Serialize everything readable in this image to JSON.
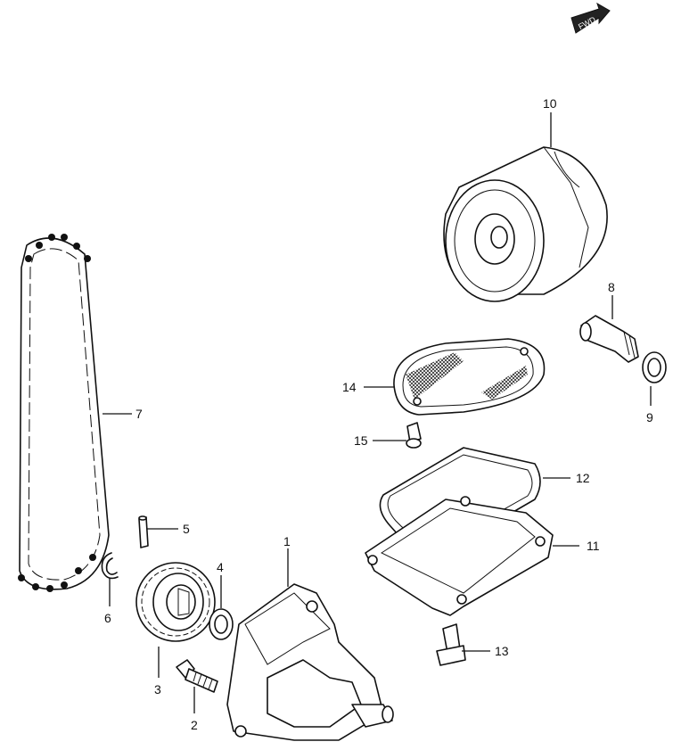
{
  "fwd_badge": {
    "text": "FWD"
  },
  "callouts": [
    {
      "id": "1",
      "label": "1"
    },
    {
      "id": "2",
      "label": "2"
    },
    {
      "id": "3",
      "label": "3"
    },
    {
      "id": "4",
      "label": "4"
    },
    {
      "id": "5",
      "label": "5"
    },
    {
      "id": "6",
      "label": "6"
    },
    {
      "id": "7",
      "label": "7"
    },
    {
      "id": "8",
      "label": "8"
    },
    {
      "id": "9",
      "label": "9"
    },
    {
      "id": "10",
      "label": "10"
    },
    {
      "id": "11",
      "label": "11"
    },
    {
      "id": "12",
      "label": "12"
    },
    {
      "id": "13",
      "label": "13"
    },
    {
      "id": "14",
      "label": "14"
    },
    {
      "id": "15",
      "label": "15"
    }
  ]
}
